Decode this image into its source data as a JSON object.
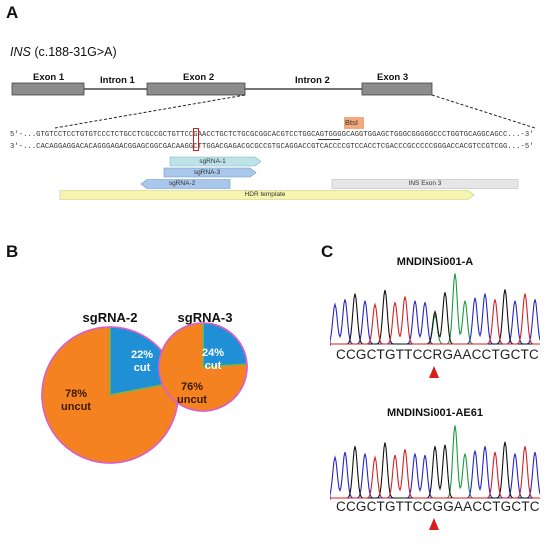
{
  "panels": {
    "a": "A",
    "b": "B",
    "c": "C"
  },
  "gene_label": {
    "gene": "INS",
    "mutation": " (c.188-31G>A)"
  },
  "exon_map": {
    "exon1": "Exon 1",
    "intron1": "Intron 1",
    "exon2": "Exon 2",
    "intron2": "Intron 2",
    "exon3": "Exon 3"
  },
  "sequence": {
    "top_prefix": "5'-",
    "top": "...GTGTCCTCCTGTGTCCCTCTGCCTCGCCGCTGTTCCGAACCTGCTCTGCGCGGCACGTCCTGGCAGTGGGGCAGGTGGAGCTGGGCGGGGGCCCTGGTGCAGGCAGCC...",
    "top_suffix": "-3'",
    "bottom_prefix": "3'-",
    "bottom": "...CACAGGAGGACACAGGGAGACGGAGCGGCGACAAGGCTTGGACGAGACGCGCCGTGCAGGACCGTCACCCCGTCCACCTCGACCCGCCCCCGGGACCACGTCCGTCGG...",
    "bottom_suffix": "-5'"
  },
  "features": {
    "btsi": "BtsI",
    "sgrna1": "sgRNA-1",
    "sgrna3": "sgRNA-3",
    "sgrna2": "sgRNA-2",
    "hdr": "HDR template",
    "ins_exon3": "INS Exon 3"
  },
  "pies": [
    {
      "title": "sgRNA-2",
      "cut_pct": "22%",
      "cut_word": "cut",
      "uncut_pct": "78%",
      "uncut_word": "uncut"
    },
    {
      "title": "sgRNA-3",
      "cut_pct": "24%",
      "cut_word": "cut",
      "uncut_pct": "76%",
      "uncut_word": "uncut"
    }
  ],
  "chart_data": [
    {
      "type": "pie",
      "title": "sgRNA-2",
      "labels": [
        "cut",
        "uncut"
      ],
      "values": [
        22,
        78
      ]
    },
    {
      "type": "pie",
      "title": "sgRNA-3",
      "labels": [
        "cut",
        "uncut"
      ],
      "values": [
        24,
        76
      ]
    }
  ],
  "chromatograms": [
    {
      "title": "MNDINSi001-A",
      "seq_a": "CCGCTGTTCC",
      "seq_base": "R",
      "seq_b": "GAACCTGCTC"
    },
    {
      "title": "MNDINSi001-AE61",
      "seq_a": "CCGCTGTTCC",
      "seq_base": "G",
      "seq_b": "GAACCTGCTC"
    }
  ],
  "colors": {
    "uncut": "#f58220",
    "cut": "#1f8fd6",
    "pie_border": "#e15bd0",
    "wedge_edge": "#7cb342",
    "exon": "#8c8c8c",
    "sgrna1": "#bde3e8",
    "sgrna3": "#a9c7ea",
    "sgrna2": "#a9c7ea",
    "hdr": "#f5f5b0",
    "ins_exon3": "#e6e6e6",
    "btsi": "#f3a97b",
    "marker": "#d81b1b",
    "trace_blue": "#2525c8",
    "trace_green": "#1a9c3a",
    "trace_red": "#d22222",
    "trace_black": "#111111"
  }
}
